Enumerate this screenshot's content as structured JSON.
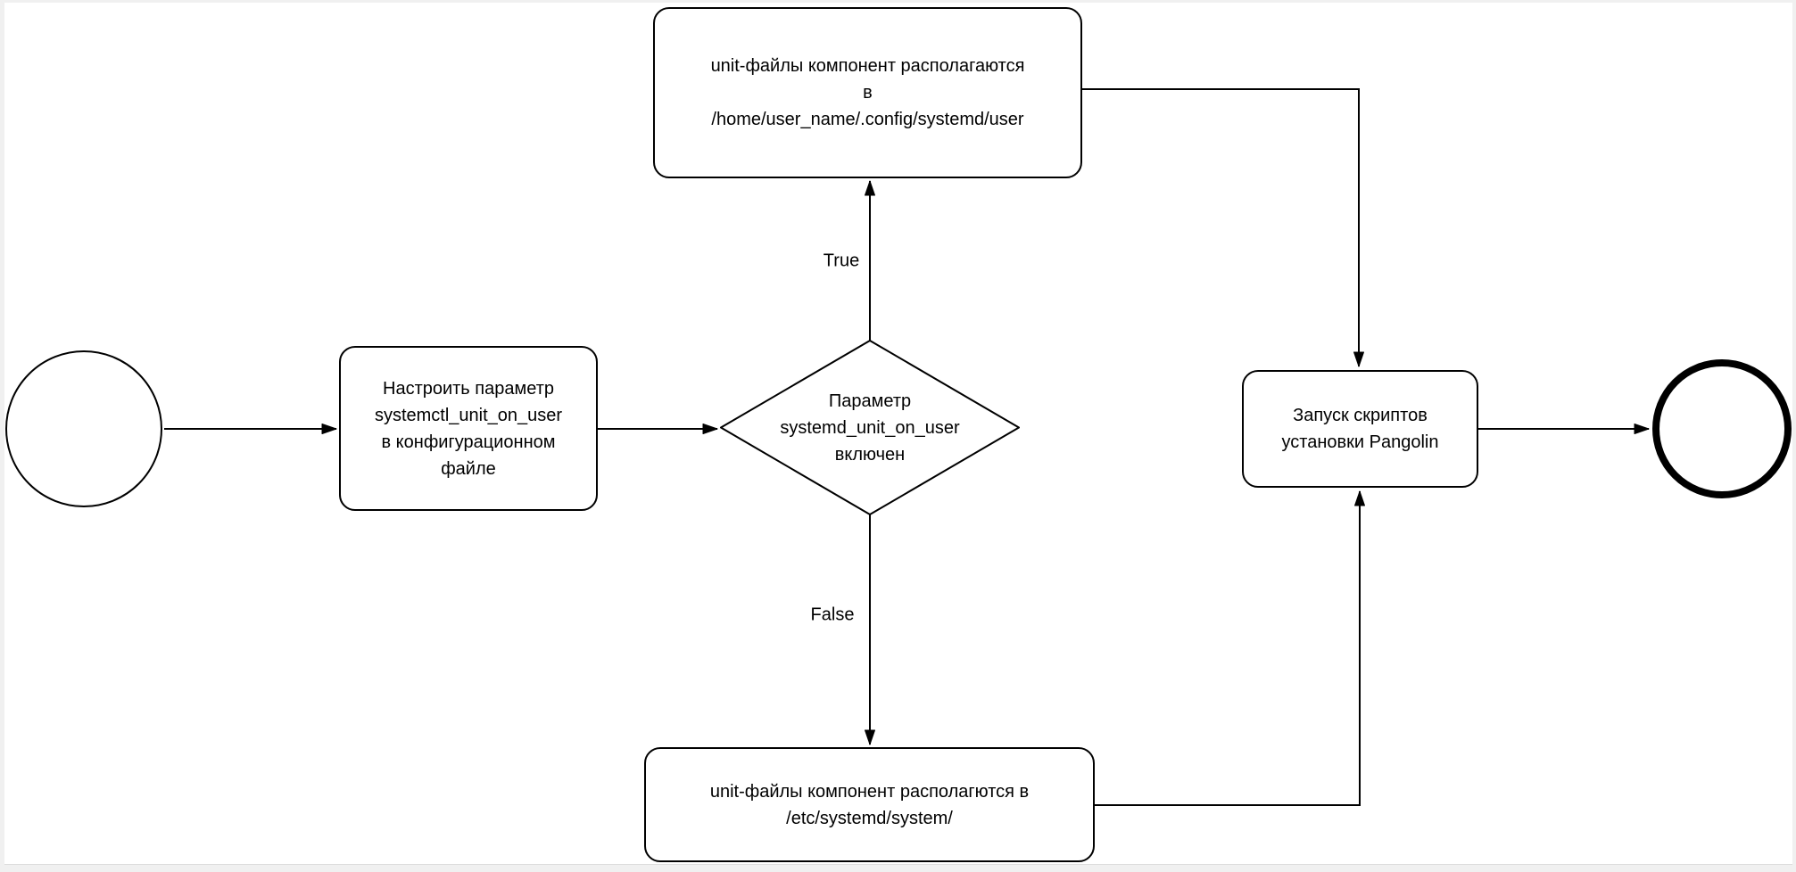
{
  "nodes": {
    "start": {
      "shape": "circle"
    },
    "configure": {
      "label": "Настроить параметр\nsystemctl_unit_on_user\nв конфигурационном\nфайле"
    },
    "decision": {
      "label": "Параметр\nsystemd_unit_on_user\nвключен"
    },
    "user_units": {
      "label": "unit-файлы компонент располагаются\nв\n/home/user_name/.config/systemd/user"
    },
    "system_units": {
      "label": "unit-файлы компонент располагются в\n/etc/systemd/system/"
    },
    "run_scripts": {
      "label": "Запуск скриптов\nустановки Pangolin"
    },
    "end": {
      "shape": "circle-thick-border"
    }
  },
  "edge_labels": {
    "true": "True",
    "false": "False"
  },
  "colors": {
    "shape_stroke": "#000000",
    "shape_fill": "#ffffff",
    "text": "#000000",
    "page_background": "#f0f0f0",
    "canvas_background": "#ffffff"
  }
}
